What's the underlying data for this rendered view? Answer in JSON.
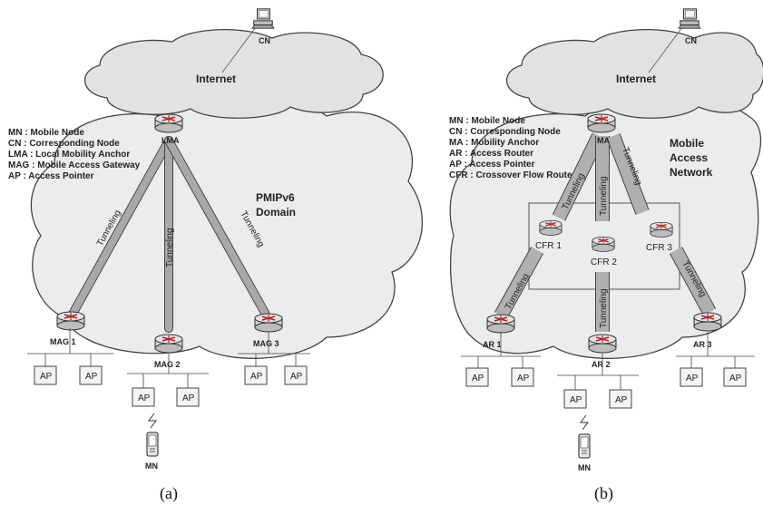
{
  "panel_a": {
    "caption": "(a)",
    "cloud_internet": "Internet",
    "cn_label": "CN",
    "lma_label": "LMA",
    "domain_label_1": "PMIPv6",
    "domain_label_2": "Domain",
    "legend": [
      "MN : Mobile Node",
      "CN : Corresponding  Node",
      "LMA : Local Mobility Anchor",
      "MAG : Mobile Access Gateway",
      "AP : Access Pointer"
    ],
    "tunnel_label": "Tunneling",
    "mag1": "MAG 1",
    "mag2": "MAG 2",
    "mag3": "MAG 3",
    "ap": "AP",
    "mn_label": "MN"
  },
  "panel_b": {
    "caption": "(b)",
    "cloud_internet": "Internet",
    "cn_label": "CN",
    "ma_label": "MA",
    "network_label_1": "Mobile",
    "network_label_2": "Access",
    "network_label_3": "Network",
    "legend": [
      "MN : Mobile Node",
      "CN : Corresponding  Node",
      "MA : Mobility Anchor",
      "AR : Access Router",
      "AP : Access Pointer",
      "CFR : Crossover Flow Router"
    ],
    "tunnel_label": "Tunneling",
    "cfr1": "CFR 1",
    "cfr2": "CFR 2",
    "cfr3": "CFR 3",
    "ar1": "AR 1",
    "ar2": "AR 2",
    "ar3": "AR 3",
    "ap": "AP",
    "mn_label": "MN"
  }
}
